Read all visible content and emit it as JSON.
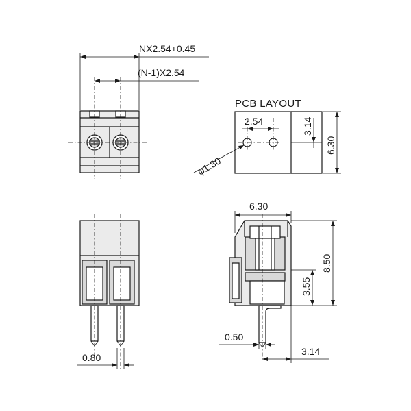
{
  "labels": {
    "pitch_total": "NX2.54+0.45",
    "pitch_inner": "(N-1)X2.54",
    "pcb_title": "PCB LAYOUT",
    "pcb_pitch": "2.54",
    "pcb_offset": "3.14",
    "pcb_depth": "6.30",
    "hole_dia": "φ1.30",
    "side_width": "6.30",
    "side_height": "8.50",
    "side_mid": "3.55",
    "pin_width": "0.50",
    "pin_offset": "3.14",
    "front_pin": "0.80"
  }
}
